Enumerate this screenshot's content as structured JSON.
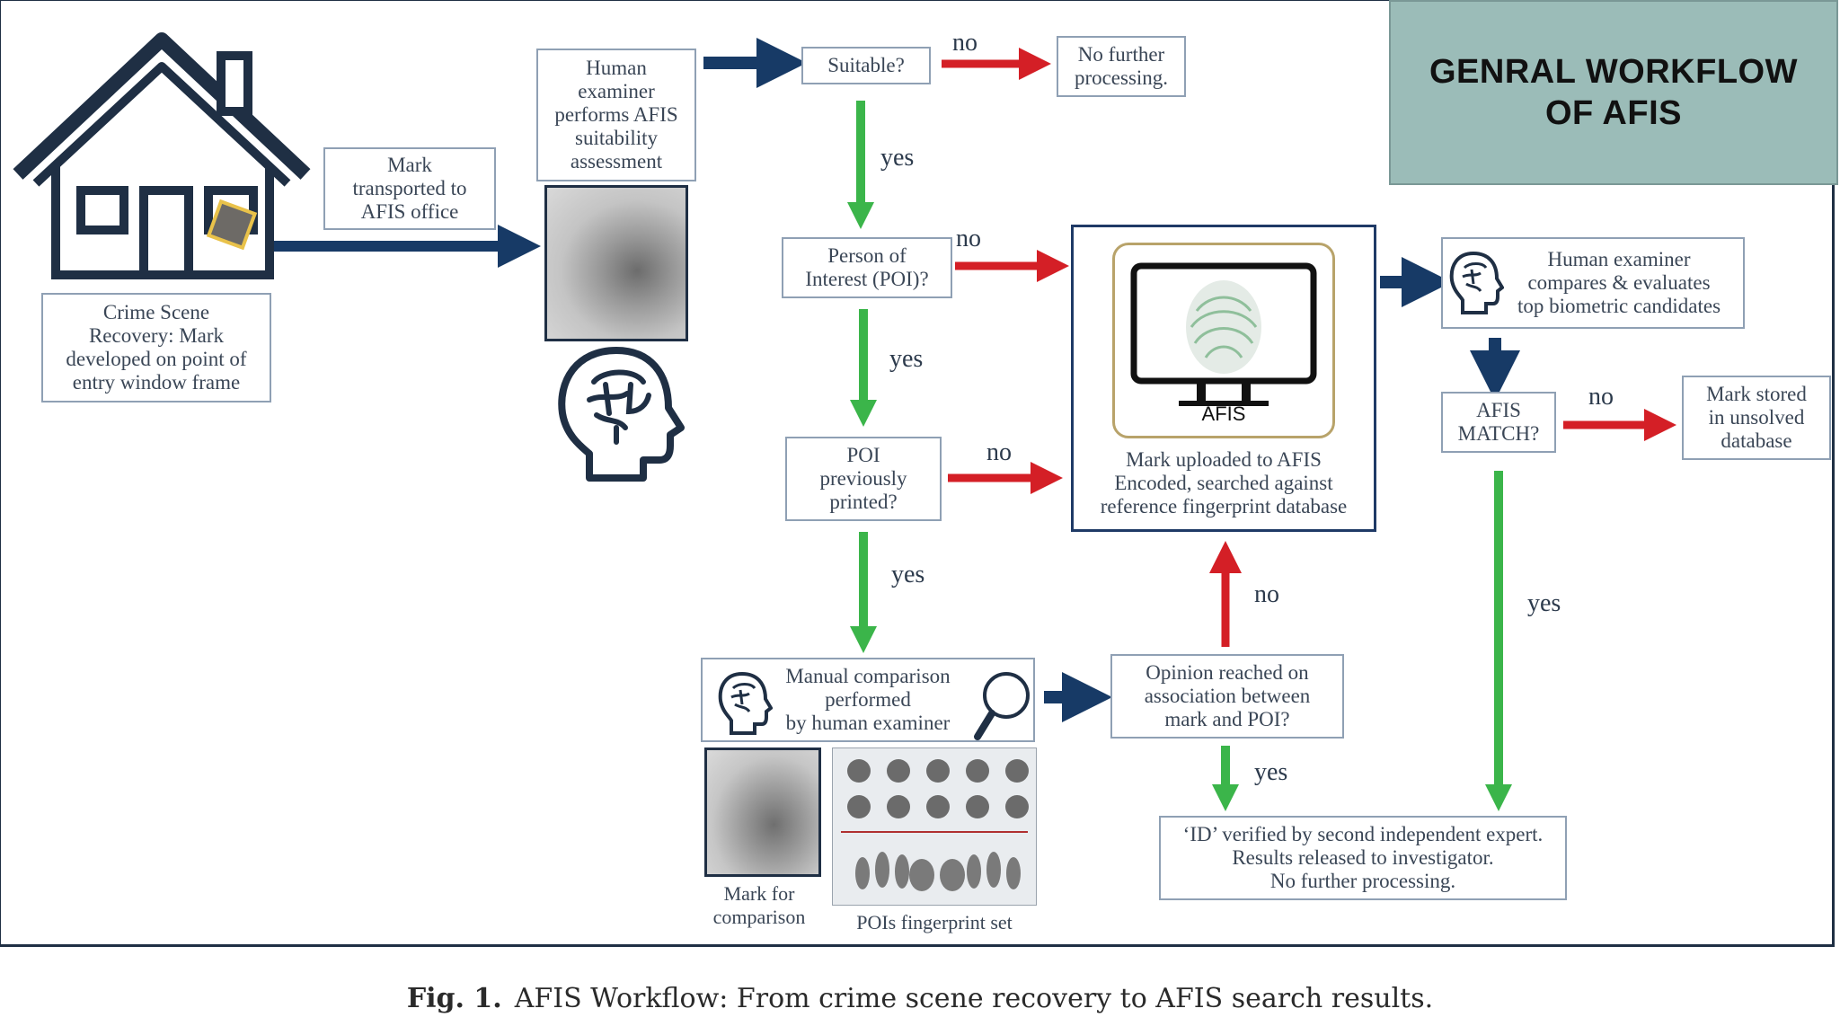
{
  "title": [
    "GENRAL WORKFLOW",
    "OF AFIS"
  ],
  "boxes": {
    "crime_scene": "Crime Scene\nRecovery: Mark\ndeveloped on point of\nentry window frame",
    "transported": "Mark\ntransported to\nAFIS office",
    "human_exam": "Human\nexaminer\nperforms AFIS\nsuitability\nassessment",
    "suitable": "Suitable?",
    "no_further": "No further\nprocessing.",
    "poi": "Person of\nInterest (POI)?",
    "poi_printed": "POI\npreviously\nprinted?",
    "afis_upload": "Mark uploaded to AFIS\nEncoded, searched against\nreference fingerprint database",
    "afis_label": "AFIS",
    "compare": "Human examiner\ncompares & evaluates\ntop biometric candidates",
    "afis_match": "AFIS\nMATCH?",
    "stored": "Mark stored\nin unsolved\ndatabase",
    "manual": "Manual comparison\nperformed\nby human examiner",
    "opinion": "Opinion reached on\nassociation between\nmark and POI?",
    "verified": "‘ID’ verified by second independent expert.\nResults released to investigator.\nNo further processing.",
    "mark_comparison": "Mark for\ncomparison",
    "poi_set": "POIs  fingerprint set"
  },
  "labels": {
    "yes": "yes",
    "no": "no"
  },
  "caption": {
    "fig": "Fig. 1.",
    "text": "AFIS Workflow: From crime scene recovery to AFIS search results."
  },
  "colors": {
    "blue_arrow": "#173a66",
    "red_arrow": "#d41f26",
    "green_arrow": "#3bb54a",
    "title_bg": "#9bbcb8",
    "icon": "#1f2f44"
  }
}
